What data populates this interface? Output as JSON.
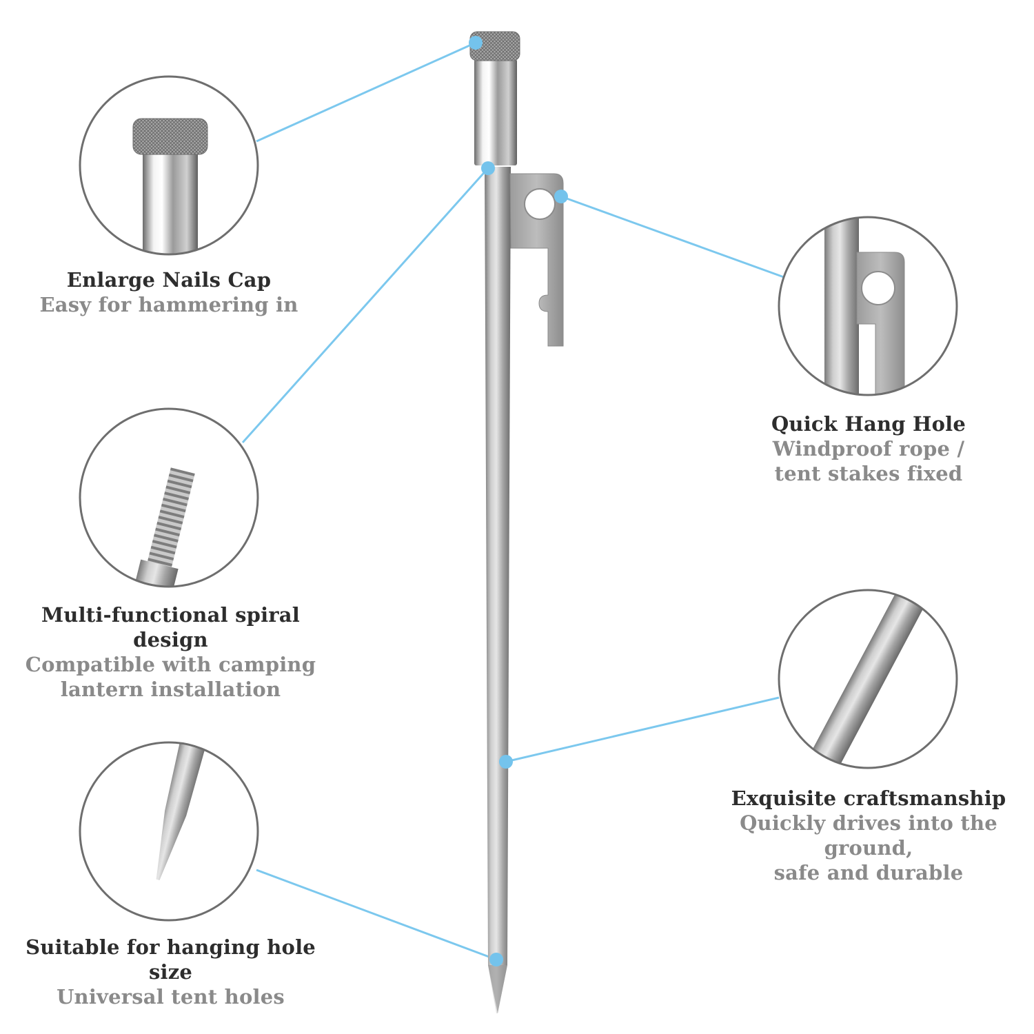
{
  "features": [
    {
      "title": "Enlarge Nails Cap",
      "subtitle_lines": [
        "Easy for hammering in"
      ]
    },
    {
      "title": "Multi-functional spiral design",
      "subtitle_lines": [
        "Compatible with camping",
        "lantern installation"
      ]
    },
    {
      "title": "Suitable for hanging hole size",
      "subtitle_lines": [
        "Universal tent holes"
      ]
    },
    {
      "title": "Quick Hang Hole",
      "subtitle_lines": [
        "Windproof rope /",
        "tent stakes fixed"
      ]
    },
    {
      "title": "Exquisite craftsmanship",
      "subtitle_lines": [
        "Quickly drives into the ground,",
        "safe and durable"
      ]
    }
  ],
  "colors": {
    "callout_line": "#7cc8ee",
    "callout_dot": "#74c3ec",
    "circle_border": "#6e6e6e",
    "metal_light": "#d9d9d9",
    "metal_mid": "#a9a9a9",
    "metal_dark": "#6f6f6f",
    "title_text": "#2d2d2d",
    "subtitle_text": "#8a8a8a"
  }
}
